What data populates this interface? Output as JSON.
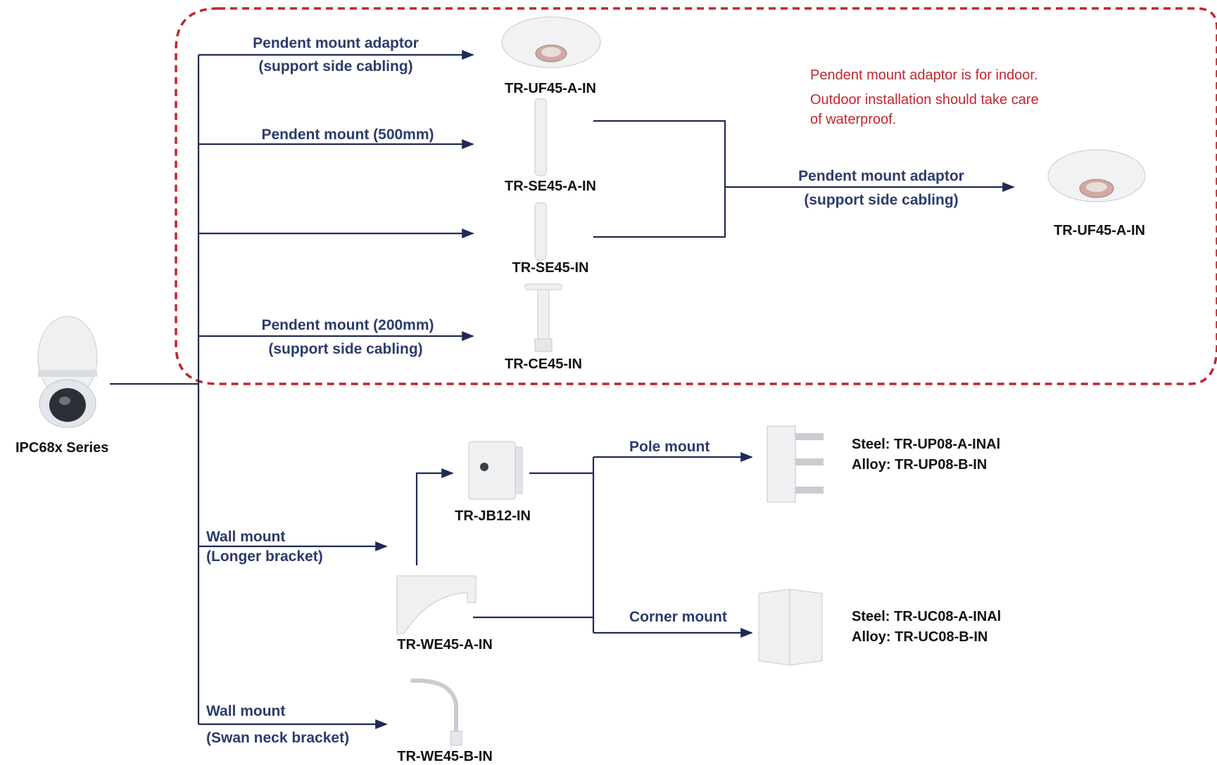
{
  "colors": {
    "connector": "#1f2b55",
    "label": "#2b3b6e",
    "note": "#c0272d",
    "dash_border": "#c0272d"
  },
  "camera": {
    "name": "IPC68x Series"
  },
  "pendent_group": {
    "branches": [
      {
        "label_line1": "Pendent mount adaptor",
        "label_line2": "(support side cabling)",
        "product": "TR-UF45-A-IN"
      },
      {
        "label_line1": "Pendent mount (500mm)",
        "product": "TR-SE45-A-IN"
      },
      {
        "product": "TR-SE45-IN"
      },
      {
        "label_line1": "Pendent mount (200mm)",
        "label_line2": "(support side cabling)",
        "product": "TR-CE45-IN"
      }
    ],
    "note_lines": [
      "Pendent  mount adaptor is for indoor.",
      "Outdoor installation should take care",
      "of waterproof."
    ],
    "adaptor": {
      "label_line1": "Pendent mount adaptor",
      "label_line2": "(support side cabling)",
      "product": "TR-UF45-A-IN"
    }
  },
  "wall_group": {
    "longer": {
      "label_line1": "Wall mount",
      "label_line2": "(Longer bracket)",
      "bracket": "TR-WE45-A-IN",
      "junction_box": "TR-JB12-IN"
    },
    "swan": {
      "label_line1": "Wall mount",
      "label_line2": "(Swan neck bracket)",
      "product": "TR-WE45-B-IN"
    },
    "pole": {
      "label": "Pole mount",
      "spec_line1": "Steel: TR-UP08-A-INAl",
      "spec_line2": "Alloy: TR-UP08-B-IN"
    },
    "corner": {
      "label": "Corner mount",
      "spec_line1": "Steel: TR-UC08-A-INAl",
      "spec_line2": "Alloy:  TR-UC08-B-IN"
    }
  }
}
